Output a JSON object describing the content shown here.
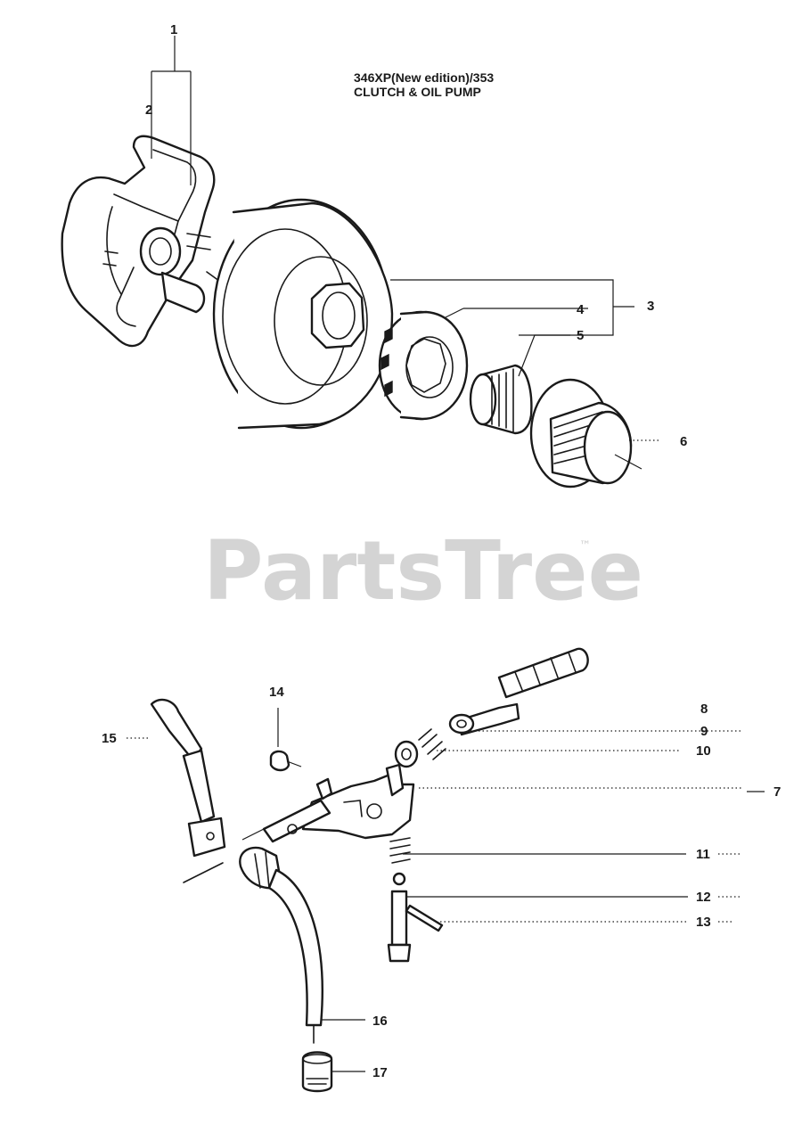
{
  "header": {
    "line1": "346XP(New edition)/353",
    "line2": "CLUTCH & OIL PUMP"
  },
  "watermark": {
    "text": "PartsTree",
    "trademark": "™"
  },
  "callouts": [
    "1",
    "2",
    "3",
    "4",
    "5",
    "6",
    "7",
    "8",
    "9",
    "10",
    "11",
    "12",
    "13",
    "14",
    "15",
    "16",
    "17"
  ]
}
